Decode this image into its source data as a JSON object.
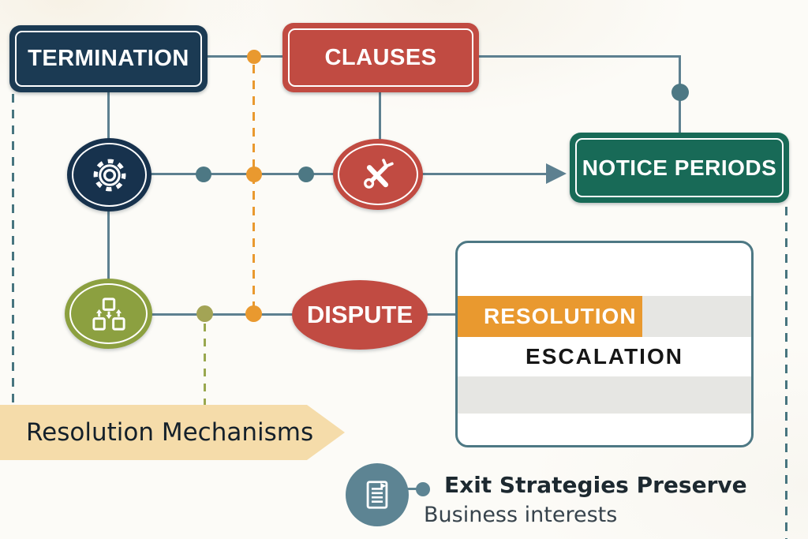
{
  "diagram": {
    "nodes": {
      "termination": "TERMINATION",
      "clauses": "CLAUSES",
      "notice_periods": "NOTICE PERIODS",
      "dispute": "DISPUTE"
    },
    "card": {
      "header": "RESOLUTION",
      "escalation": "ESCALATION"
    },
    "banner": "Resolution Mechanisms",
    "note": {
      "title": "Exit Strategies Preserve",
      "subtitle": "Business interests"
    },
    "icons": {
      "gear": "gear-icon",
      "tools": "tools-icon",
      "hierarchy": "hierarchy-icon",
      "document": "document-icon",
      "arrow": "arrow-right-icon"
    },
    "colors": {
      "navy": "#1b3a53",
      "red": "#c14b42",
      "green": "#186a57",
      "olive": "#8ca040",
      "orange": "#e9992f",
      "slate_line": "#5d8090",
      "teal_dashed": "#47757f",
      "card_border": "#4d7884",
      "gray_row": "#e6e6e3",
      "banner_bg": "#f5dcaa",
      "note_circle": "#5d8493"
    }
  }
}
